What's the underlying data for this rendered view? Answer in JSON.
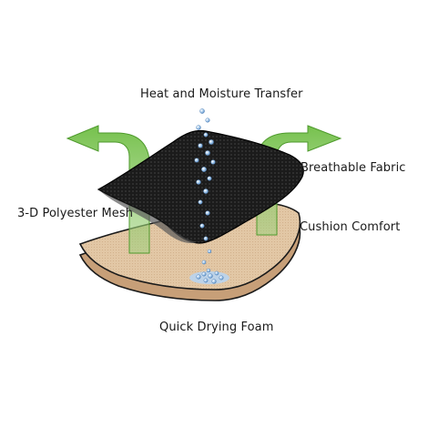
{
  "labels": {
    "heat_transfer": "Heat and Moisture Transfer",
    "breathable_fabric": "Breathable Fabric",
    "polyester_mesh": "3-D Polyester Mesh",
    "cushion_comfort": "Cushion Comfort",
    "drying_foam": "Quick Drying Foam"
  },
  "colors": {
    "arrow_green": "#6fbe44",
    "arrow_green_light": "#b9dc9c",
    "fabric_black": "#1b1b1b",
    "foam_tan": "#e2c7a5",
    "foam_edge": "#c9a27c",
    "droplet_blue": "#8fb8e0"
  }
}
